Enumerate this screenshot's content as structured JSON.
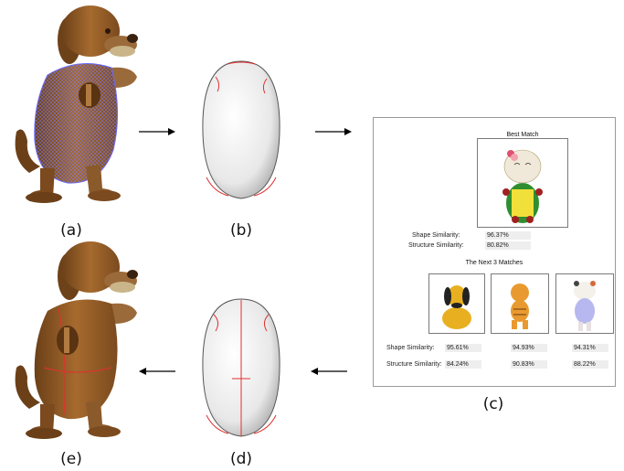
{
  "captions": {
    "a": "(a)",
    "b": "(b)",
    "c": "(c)",
    "d": "(d)",
    "e": "(e)"
  },
  "panel_c": {
    "best_match_title": "Best Match",
    "best": {
      "shape_label": "Shape Similarity:",
      "shape_value": "96.37%",
      "structure_label": "Structure Similarity:",
      "structure_value": "80.82%"
    },
    "next_title": "The Next 3 Matches",
    "next": {
      "shape_label": "Shape Similarity:",
      "structure_label": "Structure Similarity:",
      "shape_values": [
        "95.61%",
        "94.93%",
        "94.31%"
      ],
      "structure_values": [
        "84.24%",
        "90.83%",
        "88.22%"
      ]
    }
  },
  "colors": {
    "brown": "#8B5A2B",
    "red_line": "#e03030",
    "blue_mesh": "#6a6aff"
  }
}
